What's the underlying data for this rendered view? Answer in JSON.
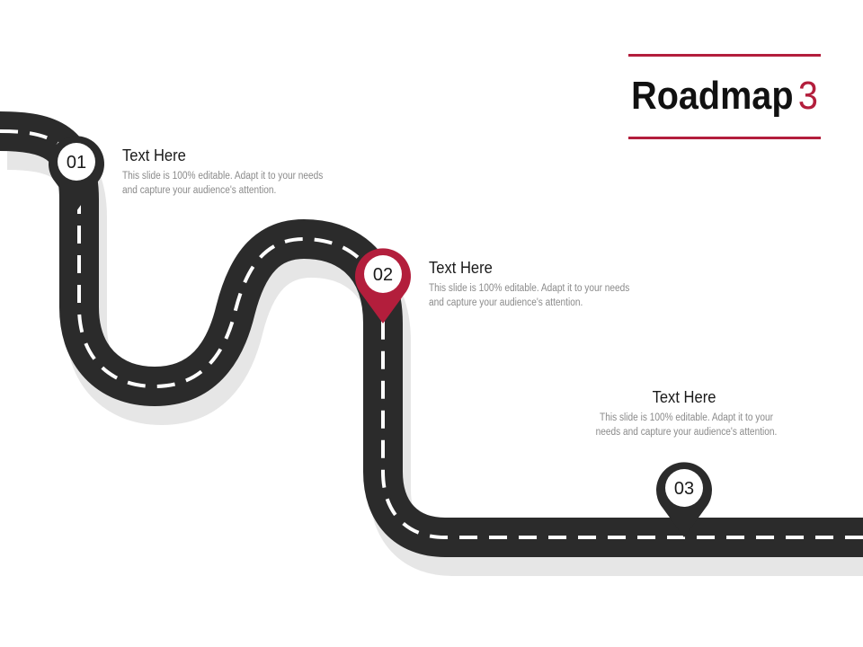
{
  "title": {
    "main": "Roadmap",
    "number": "3"
  },
  "colors": {
    "accent": "#b31e3c",
    "road": "#2b2b2b",
    "road_shadow": "#e6e6e6",
    "lane": "#ffffff",
    "pin_dark": "#2b2b2b"
  },
  "milestones": [
    {
      "number": "01",
      "heading": "Text Here",
      "body": "This slide is 100% editable. Adapt it to your needs and capture your audience's attention.",
      "pin_color": "dark"
    },
    {
      "number": "02",
      "heading": "Text Here",
      "body": "This slide is 100% editable. Adapt it to your needs and capture your audience's attention.",
      "pin_color": "accent"
    },
    {
      "number": "03",
      "heading": "Text Here",
      "body": "This slide is 100% editable. Adapt it to your needs and capture your audience's attention.",
      "pin_color": "dark"
    }
  ]
}
